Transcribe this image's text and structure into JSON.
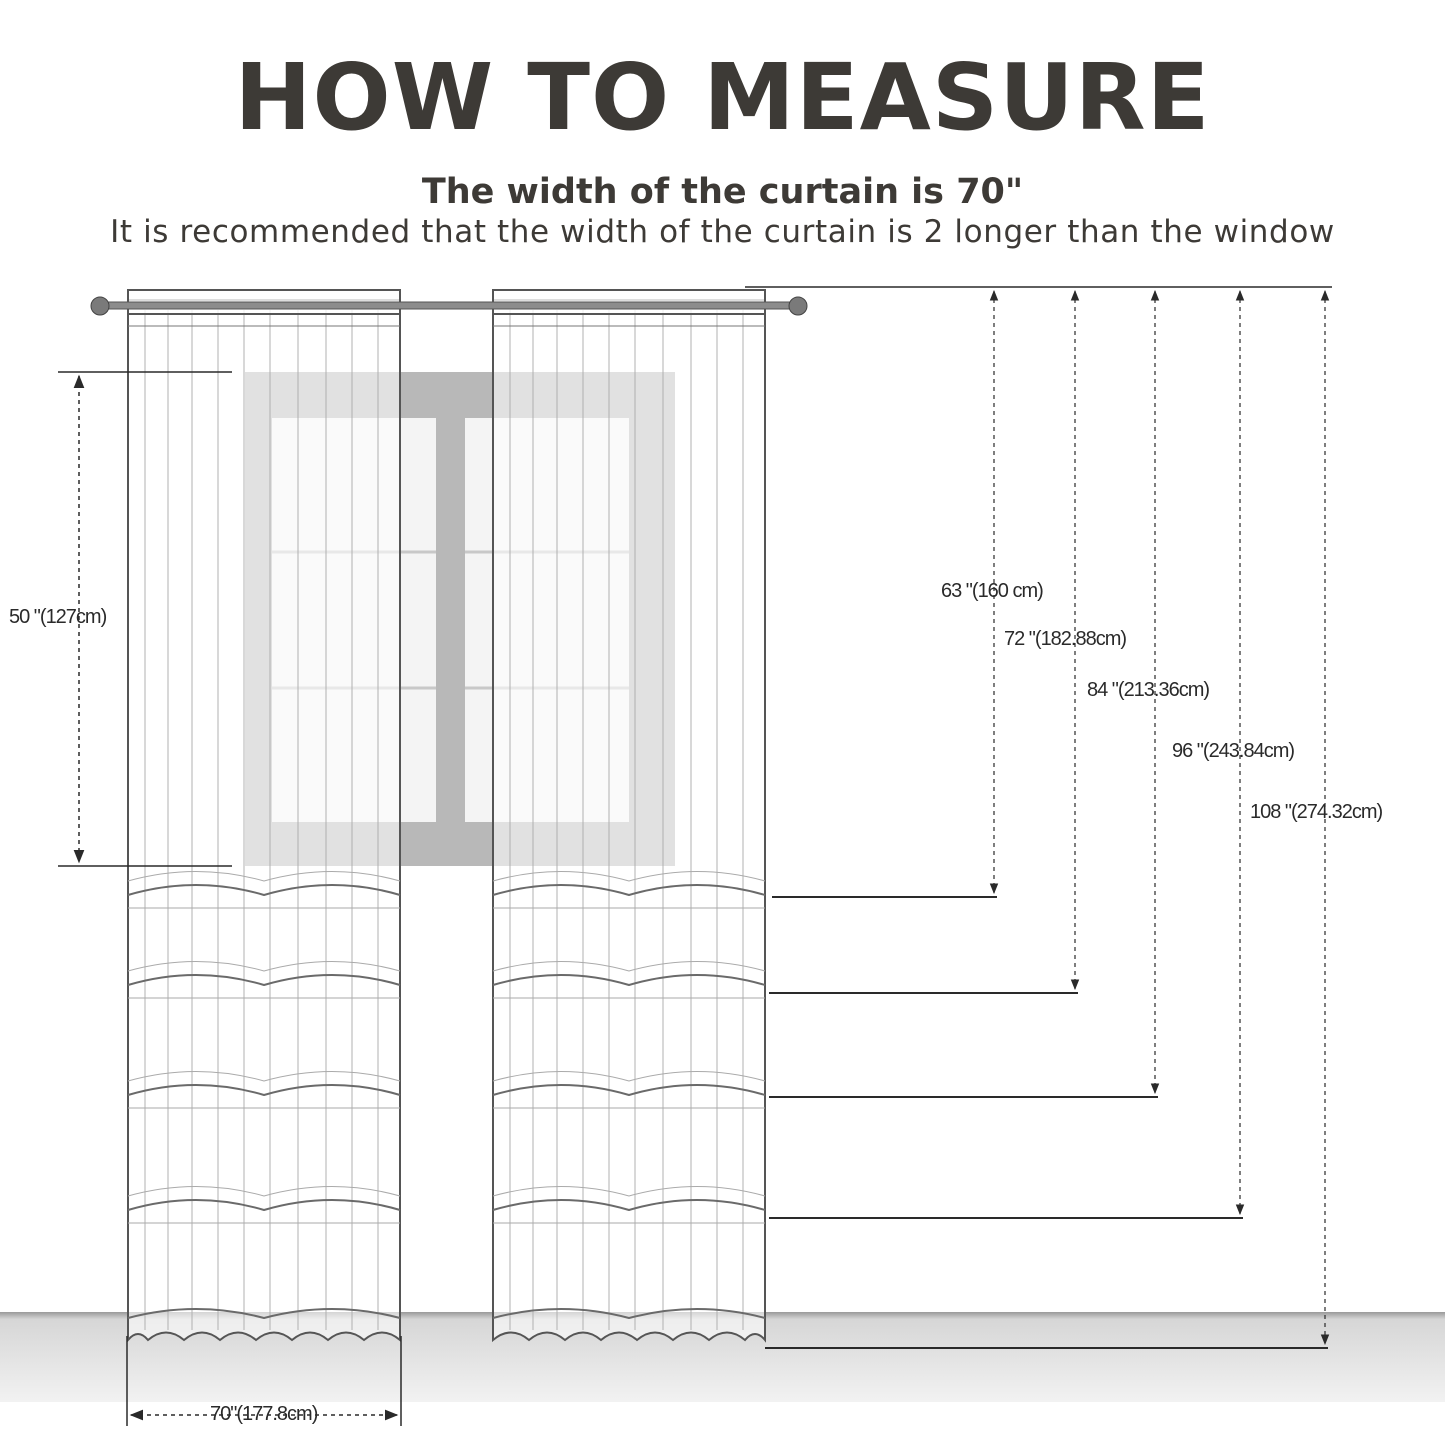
{
  "header": {
    "title": "HOW TO MEASURE",
    "subtitle": "The width of the curtain is 70\"",
    "note": "It is recommended that the width of the curtain is 2 longer than the window"
  },
  "dimensions": {
    "window_height": "50 \"(127cm)",
    "curtain_width": "70\"(177.8cm)",
    "lengths": [
      "63 \"(160 cm)",
      "72 \"(182.88cm)",
      "84 \"(213.36cm)",
      "96 \"(243.84cm)",
      "108 \"(274.32cm)"
    ]
  },
  "icons": {
    "rod": "curtain-rod-icon",
    "window": "window-icon",
    "panel": "curtain-panel-icon"
  },
  "colors": {
    "text": "#3d3a36",
    "line": "#2a2a2a",
    "window_frame": "#b5b5b5",
    "floor": "#d6d6d6"
  }
}
